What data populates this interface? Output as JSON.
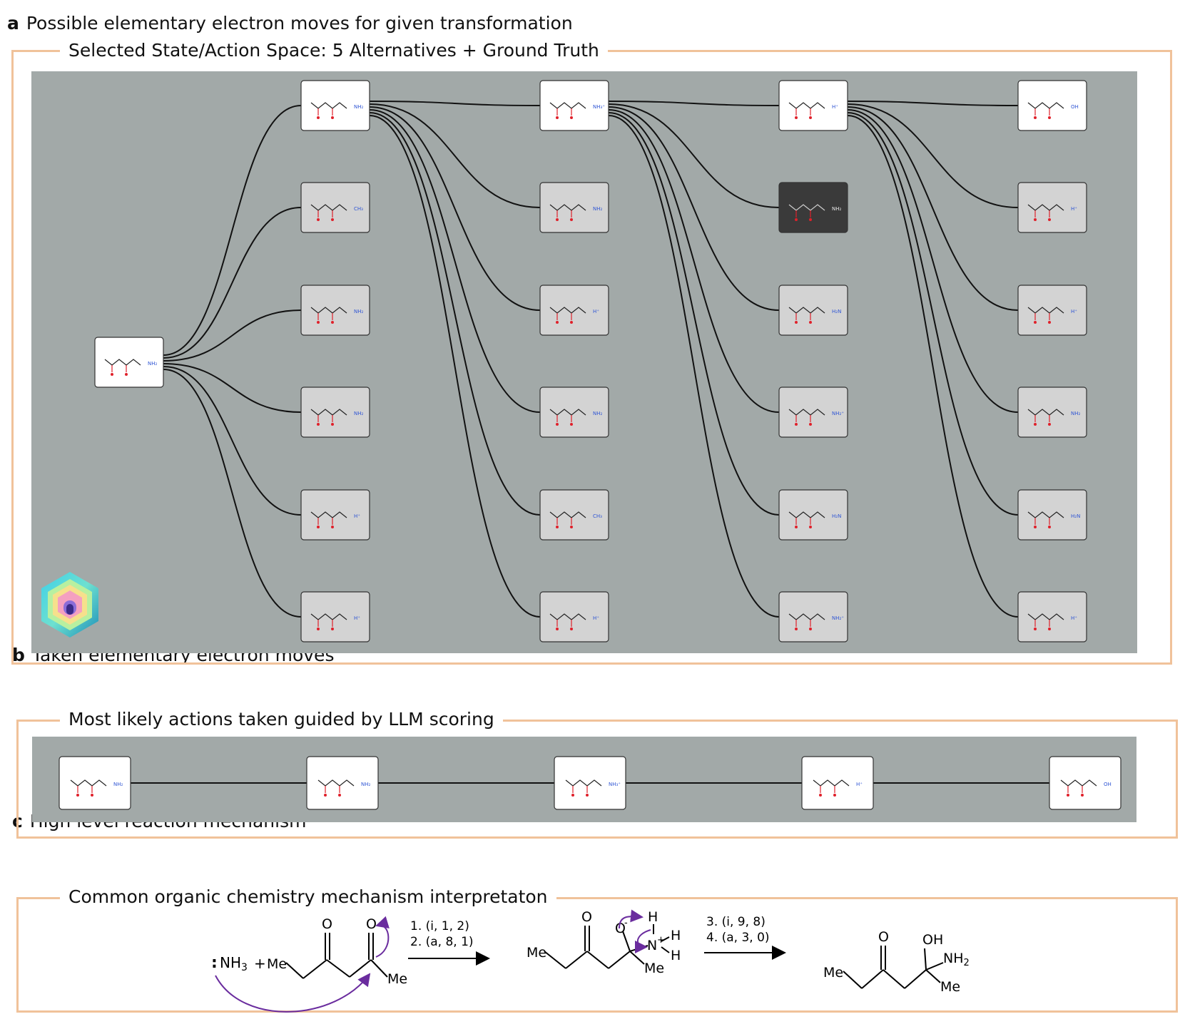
{
  "section_a": {
    "letter": "a",
    "title": "Possible elementary electron moves for given transformation",
    "frame_label": "Selected State/Action Space: 5 Alternatives + Ground Truth"
  },
  "section_b": {
    "letter": "b",
    "title": "Taken  elementary electron moves",
    "frame_label": "Most likely actions taken guided by LLM scoring"
  },
  "section_c": {
    "letter": "c",
    "title": "High level reaction mechanism",
    "frame_label": "Common organic chemistry mechanism interpretaton",
    "reactant_nucleophile": "NH",
    "reactant_sub": "3",
    "plus": "+",
    "me": "Me",
    "o": "O",
    "oh": "OH",
    "nh2": "NH",
    "nh2_sub": "2",
    "h": "H",
    "n_plus": "N",
    "arrow1_line1": "1. (i, 1, 2)",
    "arrow1_line2": "2. (a, 8, 1)",
    "arrow2_line1": "3. (i, 9, 8)",
    "arrow2_line2": "4. (a, 3, 0)"
  },
  "colors": {
    "frame": "#f0c29a",
    "panel": "#a2a9a8",
    "node_white": "#ffffff",
    "node_gray": "#d3d3d3",
    "node_dark": "#3a3a3a",
    "arrow_purple": "#6a2c9e",
    "oxygen_red": "#e0202a",
    "nitrogen_blue": "#2f55d4"
  },
  "tree": {
    "root_label": "NH₂",
    "columns": [
      {
        "nodes": [
          {
            "variant": "white",
            "label": "NH₂"
          },
          {
            "variant": "gray",
            "label": "CH₃"
          },
          {
            "variant": "gray",
            "label": "NH₂"
          },
          {
            "variant": "gray",
            "label": "NH₂"
          },
          {
            "variant": "gray",
            "label": "H⁺"
          },
          {
            "variant": "gray",
            "label": "H⁺"
          }
        ]
      },
      {
        "nodes": [
          {
            "variant": "white",
            "label": "NH₃⁺"
          },
          {
            "variant": "gray",
            "label": "NH₂"
          },
          {
            "variant": "gray",
            "label": "H⁺"
          },
          {
            "variant": "gray",
            "label": "NH₂"
          },
          {
            "variant": "gray",
            "label": "CH₃"
          },
          {
            "variant": "gray",
            "label": "H⁺"
          }
        ]
      },
      {
        "nodes": [
          {
            "variant": "white",
            "label": "H⁺"
          },
          {
            "variant": "dark",
            "label": "NH₂"
          },
          {
            "variant": "gray",
            "label": "H₂N"
          },
          {
            "variant": "gray",
            "label": "NH₂⁺"
          },
          {
            "variant": "gray",
            "label": "H₂N"
          },
          {
            "variant": "gray",
            "label": "NH₂⁺"
          }
        ]
      },
      {
        "nodes": [
          {
            "variant": "white",
            "label": "OH"
          },
          {
            "variant": "gray",
            "label": "H⁺"
          },
          {
            "variant": "gray",
            "label": "H⁺"
          },
          {
            "variant": "gray",
            "label": "NH₂"
          },
          {
            "variant": "gray",
            "label": "H₂N"
          },
          {
            "variant": "gray",
            "label": "H⁺"
          }
        ]
      }
    ]
  },
  "path_b": [
    {
      "label": "NH₂"
    },
    {
      "label": "NH₂"
    },
    {
      "label": "NH₃⁺"
    },
    {
      "label": "H⁺"
    },
    {
      "label": "OH"
    }
  ]
}
